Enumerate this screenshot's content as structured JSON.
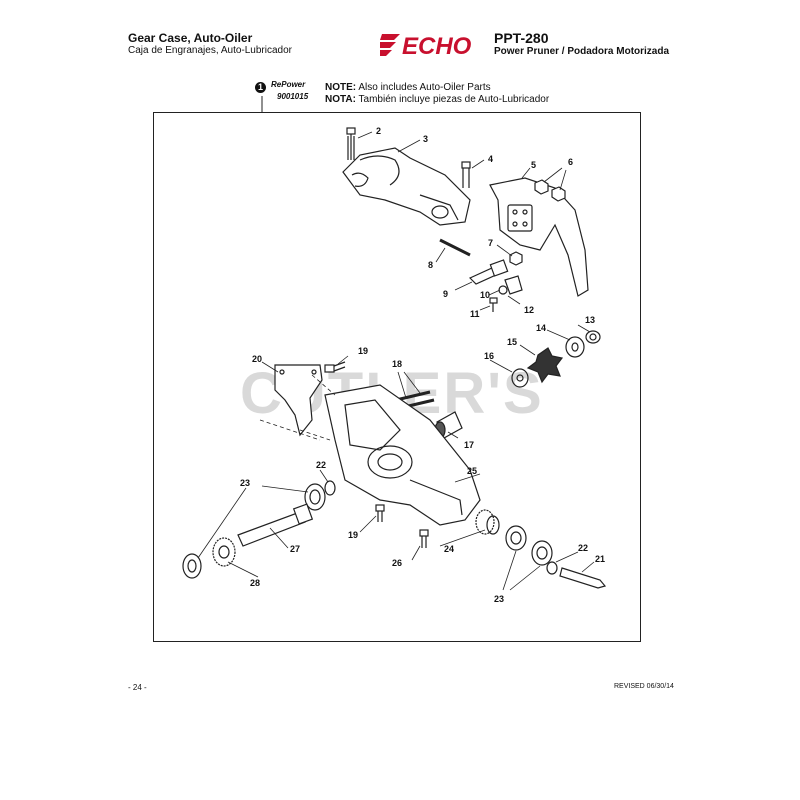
{
  "header": {
    "title": "Gear Case, Auto-Oiler",
    "subtitle": "Caja de Engranajes, Auto-Lubricador",
    "brand": "ECHO",
    "model": "PPT-280",
    "model_subtitle": "Power Pruner / Podadora Motorizada"
  },
  "note": {
    "badge_number": "1",
    "repower_logo": "RePower",
    "kit_code": "9001015",
    "line1_label": "NOTE:",
    "line1_text": " Also includes Auto-Oiler Parts",
    "line2_label": "NOTA:",
    "line2_text": " También incluye piezas de Auto-Lubricador"
  },
  "watermark": "CUTLER'S",
  "footer": {
    "page": "- 24 -",
    "revised": "REVISED 06/30/14"
  },
  "colors": {
    "line": "#222222",
    "brand_red": "#c8102e",
    "watermark": "#d9d9d9"
  },
  "callouts": [
    {
      "num": "2"
    },
    {
      "num": "3"
    },
    {
      "num": "4"
    },
    {
      "num": "5"
    },
    {
      "num": "6"
    },
    {
      "num": "7"
    },
    {
      "num": "8"
    },
    {
      "num": "9"
    },
    {
      "num": "10"
    },
    {
      "num": "11"
    },
    {
      "num": "12"
    },
    {
      "num": "13"
    },
    {
      "num": "14"
    },
    {
      "num": "15"
    },
    {
      "num": "16"
    },
    {
      "num": "17"
    },
    {
      "num": "18"
    },
    {
      "num": "19"
    },
    {
      "num": "19"
    },
    {
      "num": "20"
    },
    {
      "num": "21"
    },
    {
      "num": "22"
    },
    {
      "num": "22"
    },
    {
      "num": "23"
    },
    {
      "num": "23"
    },
    {
      "num": "24"
    },
    {
      "num": "25"
    },
    {
      "num": "26"
    },
    {
      "num": "27"
    },
    {
      "num": "28"
    }
  ]
}
